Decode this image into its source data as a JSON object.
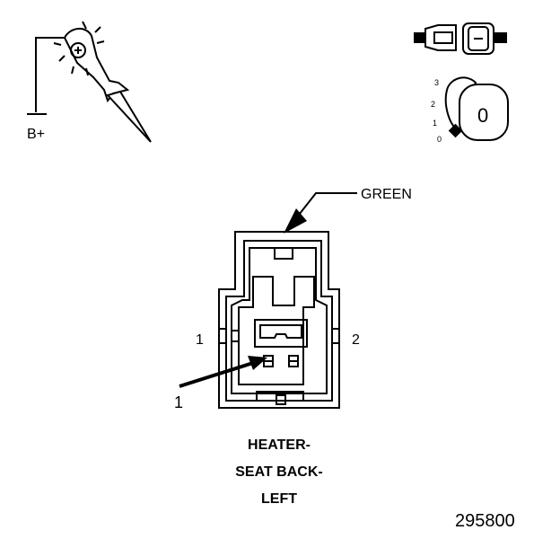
{
  "labels": {
    "battery": "B+",
    "connector_color": "GREEN",
    "pin_left": "1",
    "pin_right": "2",
    "callout": "1",
    "key_positions": [
      "3",
      "2",
      "1",
      "0"
    ],
    "key_symbol": "0"
  },
  "title_lines": [
    "HEATER-",
    "SEAT BACK-",
    "LEFT"
  ],
  "figure_number": "295800"
}
